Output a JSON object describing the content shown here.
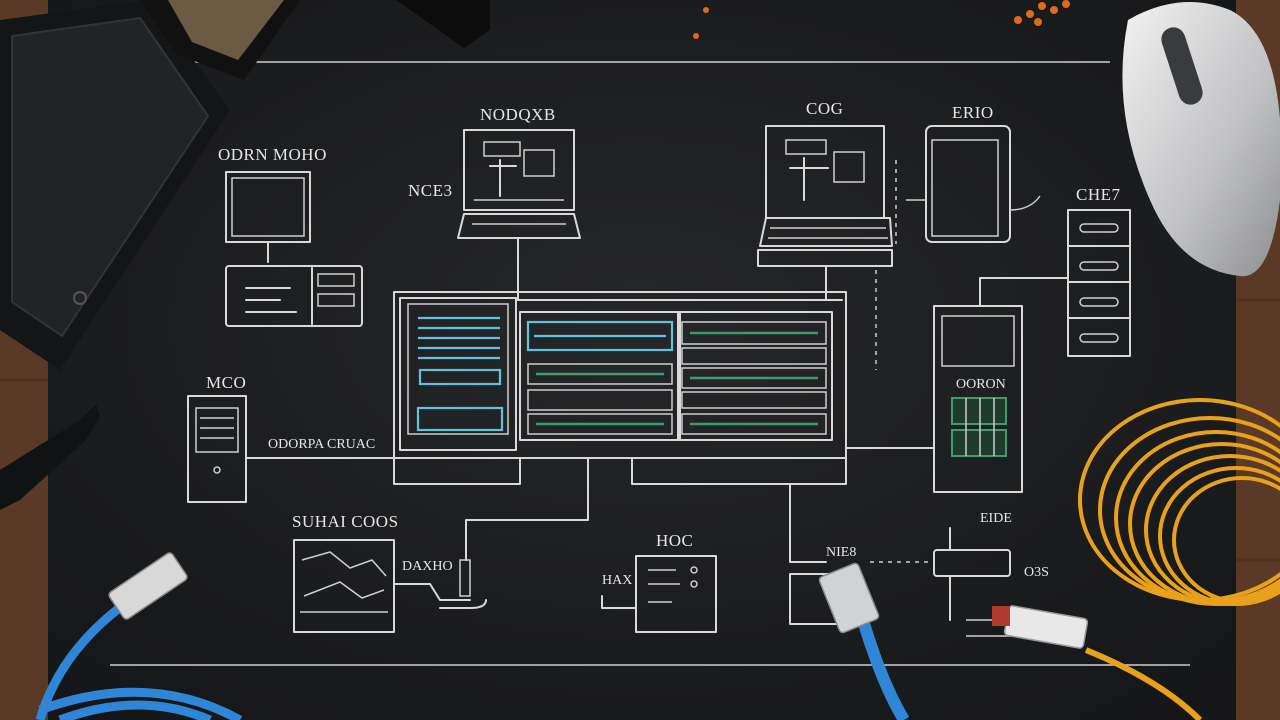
{
  "labels": {
    "workstation": "ODRN MOHO",
    "laptop_top": "NODQXB",
    "laptop_side": "NCE3",
    "router_top": "COG",
    "device_top": "ERIO",
    "rack_right": "CHE7",
    "tower_left": "MCO",
    "core_label": "ODORPA CRUAC",
    "right_panel": "OORON",
    "bottom_left_title": "SUHAI COOS",
    "bottom_left_side": "DAXHO",
    "bottom_mid_title": "HOC",
    "bottom_mid_side": "HAX",
    "bottom_right_title": "NIE8",
    "bottom_right_tag": "EIDE",
    "bottom_right_small": "O3S"
  },
  "colors": {
    "board": "#1e1f21",
    "chalk": "#d9d9d9",
    "cyan_accent": "#5fc3de",
    "green_accent": "#3f9a6c",
    "blue_cable": "#2f86d6",
    "yellow_cable": "#e9a11c",
    "wood": "#5a3a26"
  },
  "icons": [
    "monitor-icon",
    "laptop-icon",
    "server-icon",
    "router-icon",
    "mouse-icon",
    "ethernet-connector-icon",
    "cable-coil-icon",
    "tablet-icon"
  ]
}
